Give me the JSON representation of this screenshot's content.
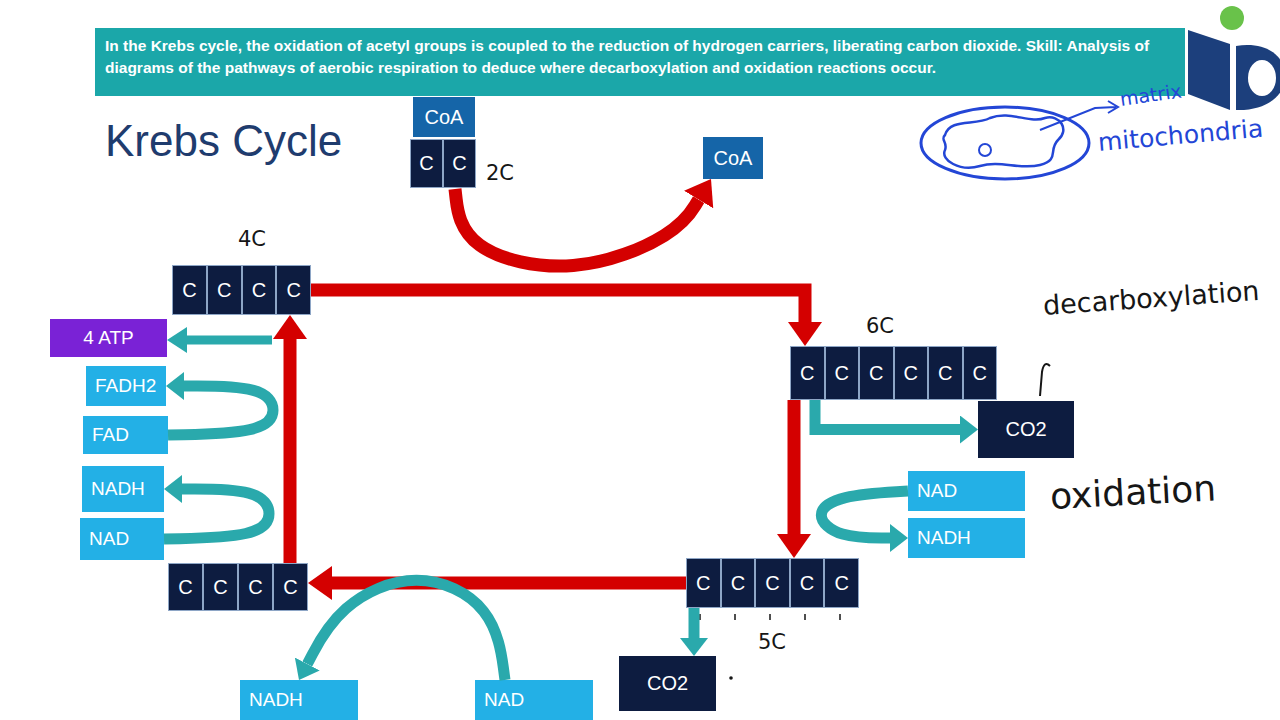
{
  "diagram": {
    "title": "Krebs Cycle",
    "nodes": [
      {
        "text": [
          "2C"
        ]
      },
      {
        "text": [
          "CoA"
        ],
        "in": 0
      },
      {
        "text": [
          "C"
        ],
        "in": 0
      },
      {
        "text": [
          "C"
        ],
        "in": 0
      },
      {
        "text": [
          "CoA"
        ]
      },
      {
        "text": [
          "4C"
        ]
      },
      {
        "text": [
          "C"
        ],
        "in": 5
      },
      {
        "text": [
          "C"
        ],
        "in": 5
      },
      {
        "text": [
          "C"
        ],
        "in": 5
      },
      {
        "text": [
          "C"
        ],
        "in": 5
      },
      {
        "text": [
          "4 ATP"
        ]
      },
      {
        "text": [
          "6C"
        ]
      },
      {
        "text": [
          "C"
        ],
        "in": 11
      },
      {
        "text": [
          "C"
        ],
        "in": 11
      },
      {
        "text": [
          "C"
        ],
        "in": 11
      },
      {
        "text": [
          "C"
        ],
        "in": 11
      },
      {
        "text": [
          "C"
        ],
        "in": 11
      },
      {
        "text": [
          "C"
        ],
        "in": 11
      },
      {
        "text": [
          "CO2"
        ]
      },
      {
        "text": [
          "FADH2"
        ]
      },
      {
        "text": [
          "FAD"
        ]
      },
      {
        "text": [
          "NAD"
        ]
      },
      {
        "text": [
          "NADH"
        ]
      },
      {
        "text": [
          "NADH"
        ]
      },
      {
        "text": [
          "NAD"
        ]
      },
      {
        "text": []
      },
      {
        "text": [
          "C"
        ],
        "in": 25
      },
      {
        "text": [
          "C"
        ],
        "in": 25
      },
      {
        "text": [
          "C"
        ],
        "in": 25
      },
      {
        "text": [
          "C"
        ],
        "in": 25
      },
      {
        "text": [
          "5C"
        ]
      },
      {
        "text": [
          "C"
        ],
        "in": 30
      },
      {
        "text": [
          "C"
        ],
        "in": 30
      },
      {
        "text": [
          "C"
        ],
        "in": 30
      },
      {
        "text": [
          "C"
        ],
        "in": 30
      },
      {
        "text": [
          "C"
        ],
        "in": 30
      },
      {
        "text": [
          "CO2"
        ]
      },
      {
        "text": [
          "NADH"
        ]
      },
      {
        "text": [
          "NAD"
        ]
      }
    ],
    "edges": [
      {
        "from": 0,
        "to": 4,
        "arrow": "to"
      },
      {
        "from": 5,
        "to": 11,
        "arrow": "to"
      },
      {
        "from": 11,
        "to": 30,
        "arrow": "to"
      },
      {
        "from": 11,
        "to": 18,
        "arrow": "to"
      },
      {
        "from": 21,
        "to": 22,
        "arrow": "to"
      },
      {
        "from": 30,
        "to": 36,
        "arrow": "to"
      },
      {
        "from": 30,
        "to": 25,
        "arrow": "to"
      },
      {
        "from": 38,
        "to": 37,
        "arrow": "to"
      },
      {
        "from": 25,
        "to": 5,
        "arrow": "to"
      },
      {
        "from": 20,
        "to": 19,
        "arrow": "to"
      },
      {
        "from": 24,
        "to": 23,
        "arrow": "to"
      }
    ],
    "labels": [
      "In the Krebs cycle, the oxidation of acetyl groups is coupled to the reduction of hydrogen carriers, liberating carbon dioxide. Skill: Analysis of diagrams of the pathways of aerobic respiration to deduce where decarboxylation and oxidation reactions occur.",
      "matrix",
      "mitochondria",
      "decarboxylation",
      "oxidation"
    ]
  }
}
